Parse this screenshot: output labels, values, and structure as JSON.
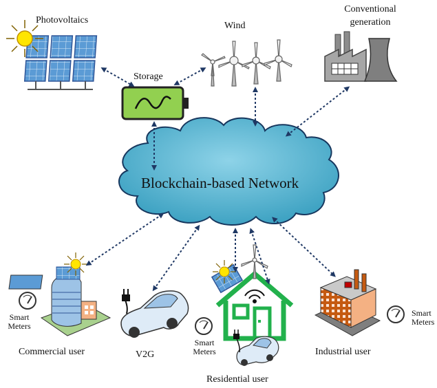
{
  "network": {
    "label": "Blockchain-based Network",
    "color": "#4BACC6"
  },
  "sources": {
    "photovoltaics": "Photovoltaics",
    "storage": "Storage",
    "wind": "Wind",
    "conventional_line1": "Conventional",
    "conventional_line2": "generation"
  },
  "users": {
    "commercial": "Commercial user",
    "v2g": "V2G",
    "residential": "Residential user",
    "industrial": "Industrial user"
  },
  "meters": {
    "line1": "Smart",
    "line2": "Meters",
    "right_line2": "Meters"
  },
  "colors": {
    "arrow": "#1F3864",
    "panel": "#5B9BD5",
    "storage": "#92D050",
    "house": "#22B14C",
    "factory": "#A6A6A6",
    "sun": "#FFE500"
  }
}
